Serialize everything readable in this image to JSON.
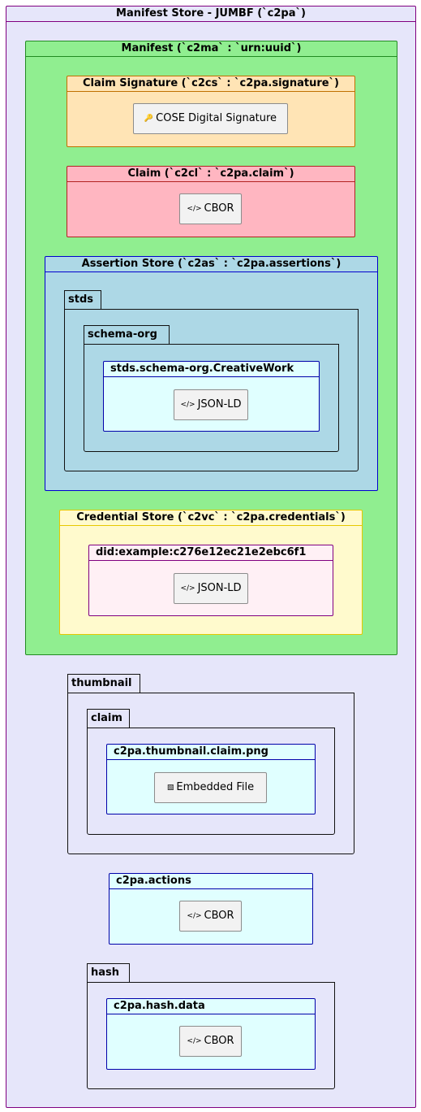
{
  "colors": {
    "outer_bg": "#e6e6fa",
    "outer_border": "#800080",
    "manifest_bg": "#90ee90",
    "manifest_border": "#228b22",
    "signature_bg": "#ffe4b5",
    "signature_border": "#c07000",
    "claim_bg": "#ffb6c1",
    "claim_border": "#b22222",
    "assertion_bg": "#add8e6",
    "assertion_border": "#0000cd",
    "credential_bg": "#fffacd",
    "credential_border": "#e6c800",
    "leaf_bg": "#e0ffff",
    "leaf_border": "#0000aa",
    "vc_bg": "#fff0f5",
    "vc_border": "#800080"
  },
  "store": {
    "title": "Manifest Store - JUMBF (`c2pa`)",
    "manifest": {
      "title": "Manifest (`c2ma` : `urn:uuid`)",
      "claim_signature": {
        "title": "Claim Signature (`c2cs` : `c2pa.signature`)",
        "item": {
          "icon": "key-icon",
          "label": "COSE Digital Signature"
        }
      },
      "claim": {
        "title": "Claim (`c2cl` : `c2pa.claim`)",
        "item": {
          "icon": "code-icon",
          "label": "CBOR"
        }
      },
      "assertion_store": {
        "title": "Assertion Store (`c2as` : `c2pa.assertions`)",
        "package1": "stds",
        "package2": "schema-org",
        "node": {
          "title": "stds.schema-org.CreativeWork",
          "item": {
            "icon": "code-icon",
            "label": "JSON-LD"
          }
        }
      },
      "credential_store": {
        "title": "Credential Store (`c2vc` : `c2pa.credentials`)",
        "node": {
          "title": "did:example:c276e12ec21e2ebc6f1",
          "item": {
            "icon": "code-icon",
            "label": "JSON-LD"
          }
        }
      }
    },
    "thumbnail": {
      "package1": "thumbnail",
      "package2": "claim",
      "node": {
        "title": "c2pa.thumbnail.claim.png",
        "item": {
          "icon": "image-icon",
          "label": "Embedded File"
        }
      }
    },
    "actions": {
      "title": "c2pa.actions",
      "item": {
        "icon": "code-icon",
        "label": "CBOR"
      }
    },
    "hash": {
      "package1": "hash",
      "node": {
        "title": "c2pa.hash.data",
        "item": {
          "icon": "code-icon",
          "label": "CBOR"
        }
      }
    }
  }
}
